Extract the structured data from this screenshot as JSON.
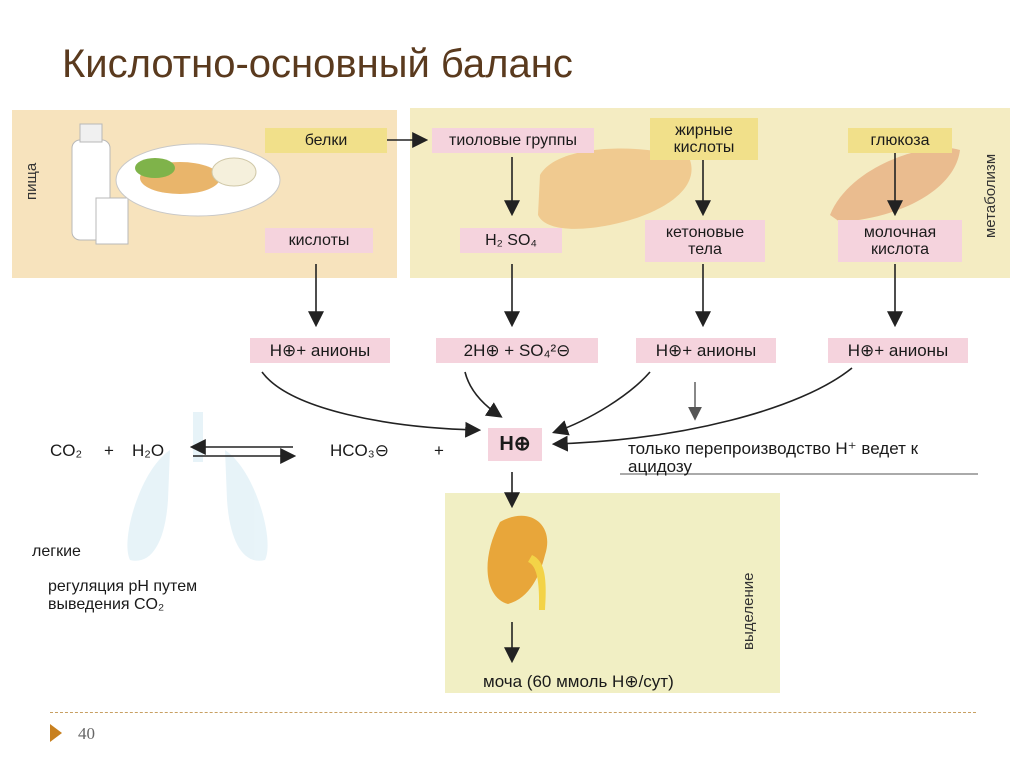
{
  "title": "Кислотно-основный баланс",
  "panels": {
    "food_label": "пища",
    "metabolism_label": "метаболизм",
    "excretion_label": "выделение"
  },
  "nodes": {
    "proteins": "белки",
    "acids": "кислоты",
    "thiol_groups": "тиоловые группы",
    "h2so4": "H₂ SO₄",
    "fatty_acids": "жирные кислоты",
    "ketone_bodies": "кетоновые тела",
    "glucose": "глюкоза",
    "lactic_acid": "молочная кислота",
    "h_anions_1": "H⊕+ анионы",
    "h_so4": "2H⊕ + SO₄²⊖",
    "h_anions_2": "H⊕+ анионы",
    "h_anions_3": "H⊕+ анионы",
    "h_center": "H⊕",
    "co2": "CO₂",
    "plus_1": "+",
    "h2o": "H₂O",
    "hco3": "HCO₃⊖",
    "plus_2": "+",
    "overproduction": "только перепроизводство H⁺ ведет к ацидозу",
    "lungs": "легкие",
    "regulation": "регуляция pH путем выведения CO₂",
    "urine": "моча (60 ммоль H⊕/сут)"
  },
  "footer": {
    "page_number": "40"
  },
  "colors": {
    "title": "#5a3a1e",
    "panel_food": "#f7e3bd",
    "panel_metab": "#f4ecc2",
    "panel_excr": "#f1efc4",
    "label_pink": "#f5d3dd",
    "label_yellow": "#f1e08a"
  }
}
